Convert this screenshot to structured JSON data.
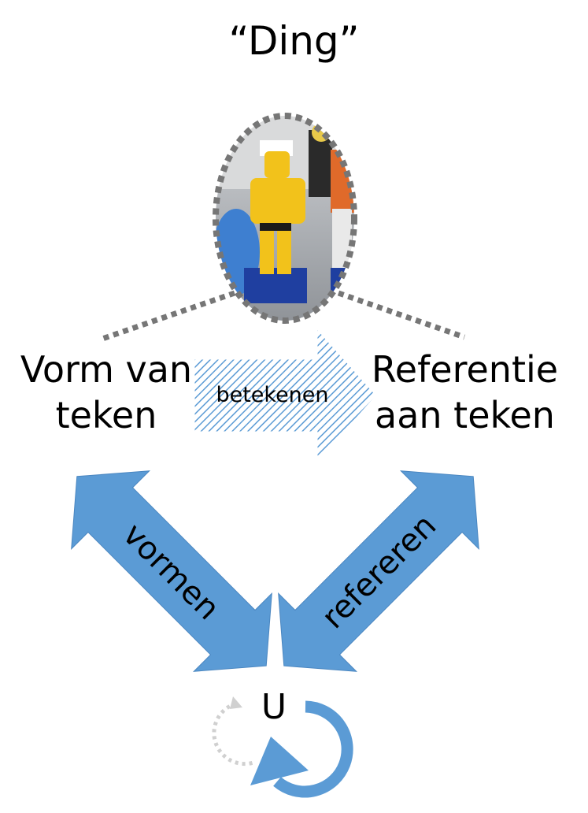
{
  "title": "“Ding”",
  "thing_node": {
    "image": "lego-figures-photo"
  },
  "sign_form": {
    "line1": "Vorm van",
    "line2": "teken"
  },
  "sign_reference": {
    "line1": "Referentie",
    "line2": "aan teken"
  },
  "signify_arrow": {
    "label": "betekenen"
  },
  "form_arrow": {
    "label": "vormen"
  },
  "refer_arrow": {
    "label": "refereren"
  },
  "user_node": {
    "label": "U"
  },
  "colors": {
    "arrow_blue": "#5b9bd5",
    "dotted_gray": "#767676",
    "text": "#000000"
  }
}
